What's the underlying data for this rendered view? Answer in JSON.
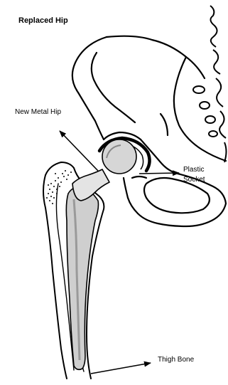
{
  "title": "Replaced Hip",
  "labels": {
    "new_metal_hip": "New Metal Hip",
    "plastic_socket_line1": "Plastic",
    "plastic_socket_line2": "Socket",
    "thigh_bone": "Thigh Bone"
  },
  "colors": {
    "ink": "#000000",
    "background": "#ffffff",
    "implant_fill": "#cfcfcf",
    "implant_light": "#e4e4e4"
  }
}
